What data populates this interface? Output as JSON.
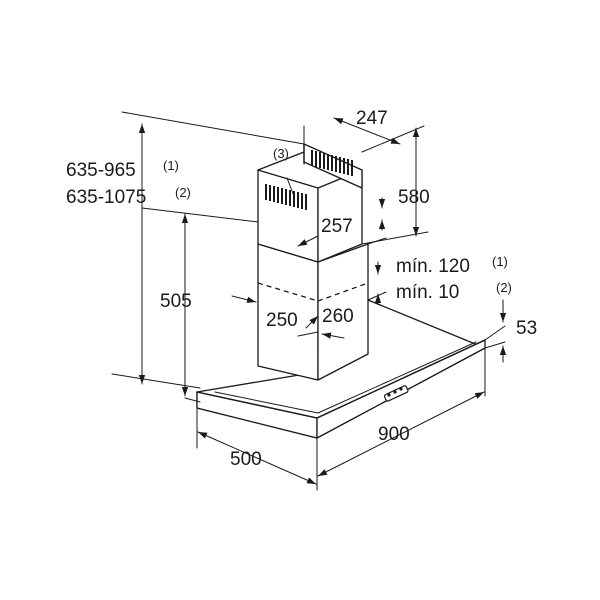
{
  "dimensions": {
    "total_height_1": "635-965",
    "total_height_1_note": "(1)",
    "total_height_2": "635-1075",
    "total_height_2_note": "(2)",
    "hood_height": "505",
    "chimney_width": "247",
    "chimney_top_height": "580",
    "chimney_depth": "257",
    "min_1": "mín. 120",
    "min_1_note": "(1)",
    "min_2": "mín. 10",
    "min_2_note": "(2)",
    "panel_thickness": "53",
    "lower_chimney_width": "250",
    "lower_chimney_depth": "260",
    "hood_depth": "500",
    "hood_width": "900",
    "vent_note": "(3)"
  },
  "colors": {
    "line": "#1a1a1a",
    "background": "#ffffff"
  }
}
